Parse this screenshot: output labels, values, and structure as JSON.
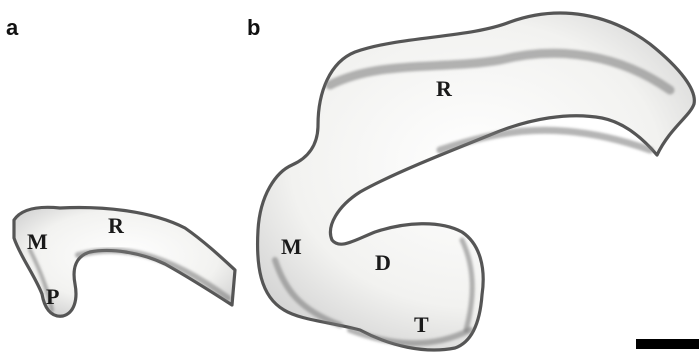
{
  "panels": [
    {
      "label": "a",
      "regions": [
        "M",
        "R",
        "P"
      ]
    },
    {
      "label": "b",
      "regions": [
        "R",
        "M",
        "D",
        "T"
      ]
    }
  ],
  "scale_bar": {
    "label": ""
  },
  "colors": {
    "outline": "#555555",
    "fill_light": "#f7f7f5",
    "fill_shadow": "#bdbdbd",
    "scale_bar": "#000000"
  }
}
